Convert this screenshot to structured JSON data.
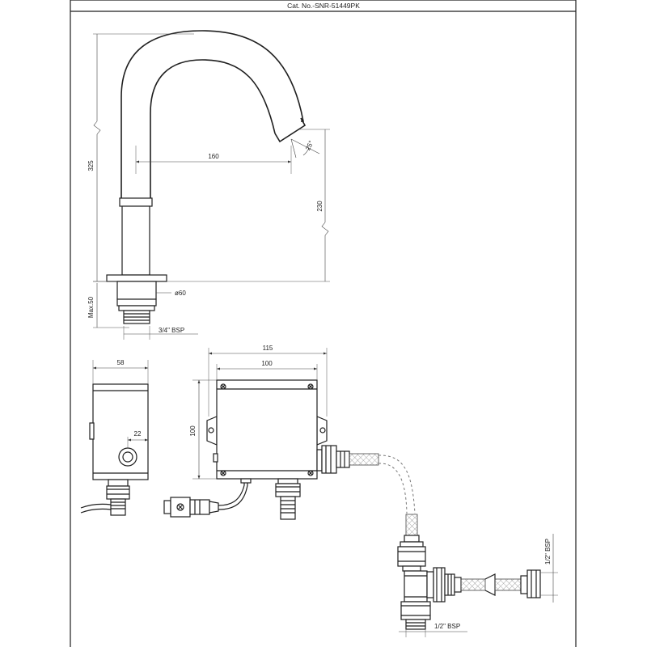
{
  "header": {
    "catalog_no": "Cat. No.-SNR-51449PK"
  },
  "spout": {
    "height": "325",
    "reach": "160",
    "outlet_height": "230",
    "angle": "25°",
    "base_diameter": "ø60",
    "max_thickness": "Max.50",
    "inlet_thread": "3/4\" BSP"
  },
  "sensor_box": {
    "width": "58",
    "sensor_offset": "22"
  },
  "control_box": {
    "overall_width": "115",
    "body_width": "100",
    "height": "100"
  },
  "tee": {
    "vertical_thread": "1/2\" BSP",
    "horizontal_thread": "1/2\" BSP"
  }
}
